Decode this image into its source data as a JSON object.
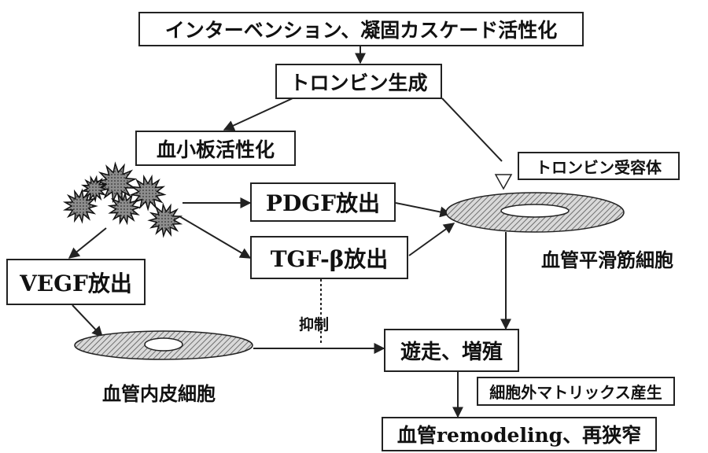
{
  "diagram": {
    "top_box": "インターベンション、凝固カスケード活性化",
    "thrombin_box": "トロンビン生成",
    "platelet_box": "血小板活性化",
    "receptor_box": "トロンビン受容体",
    "pdgf_box": "PDGF放出",
    "tgf_box": "TGF-β放出",
    "smc_label": "血管平滑筋細胞",
    "vegf_box": "VEGF放出",
    "inhibit_label": "抑制",
    "migration_box": "遊走、増殖",
    "endothelial_label": "血管内皮細胞",
    "ecm_box": "細胞外マトリックス産生",
    "final_box": "血管remodeling、再狭窄"
  },
  "colors": {
    "line": "#222222",
    "cell_fill": "#bdbdbd",
    "platelet_fill": "#9a9a9a"
  }
}
